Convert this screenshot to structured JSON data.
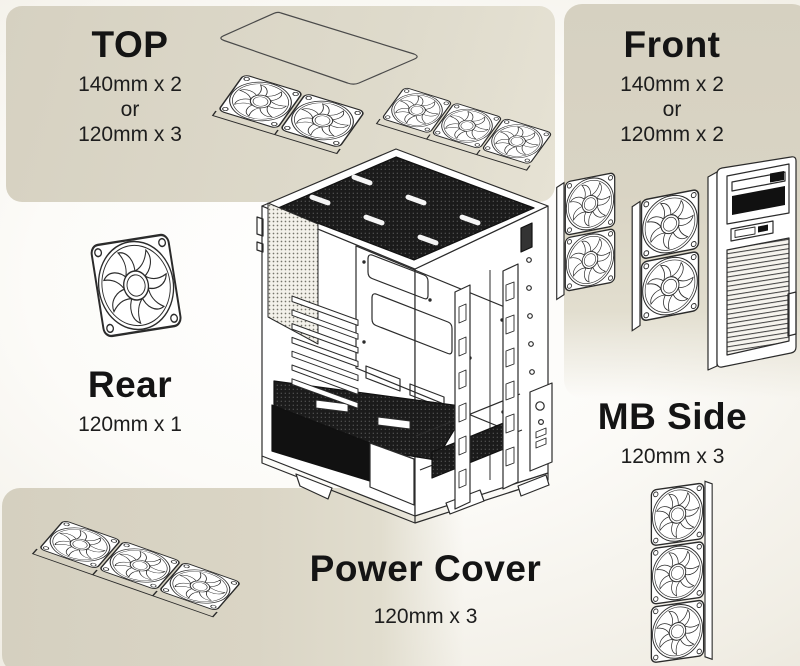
{
  "sections": {
    "top": {
      "title": "TOP",
      "specs": [
        "140mm x 2",
        "or",
        "120mm x 3"
      ]
    },
    "front": {
      "title": "Front",
      "specs": [
        "140mm x 2",
        "or",
        "120mm x 2"
      ]
    },
    "rear": {
      "title": "Rear",
      "specs": [
        "120mm x 1"
      ]
    },
    "mb_side": {
      "title": "MB Side",
      "specs": [
        "120mm x 3"
      ]
    },
    "power_cover": {
      "title": "Power Cover",
      "specs": [
        "120mm x 3"
      ]
    }
  },
  "illustrations": {
    "case": "pc-case-exploded-iso-line-art",
    "top_glass_panel": "top-panel-outline",
    "top_fan_set_140": "2x-140mm-fan-set-iso",
    "top_fan_set_120": "3x-120mm-fan-set-iso",
    "rear_fan": "single-120mm-fan",
    "front_fan_set_140": "2x-140mm-fan-column",
    "front_fan_set_120": "2x-120mm-fan-column",
    "front_panel": "front-panel-with-mesh",
    "mb_side_fan_set": "3x-120mm-fan-column",
    "power_cover_fan_set": "3x-120mm-fan-strip-iso"
  },
  "colors": {
    "panel_beige": "#d7d2c2",
    "background_center": "#ffffff",
    "background_edge": "#e4e0d0",
    "line_art": "#2b2b2b",
    "mesh_dark": "#1b1b1b",
    "text": "#1a1a1a"
  }
}
